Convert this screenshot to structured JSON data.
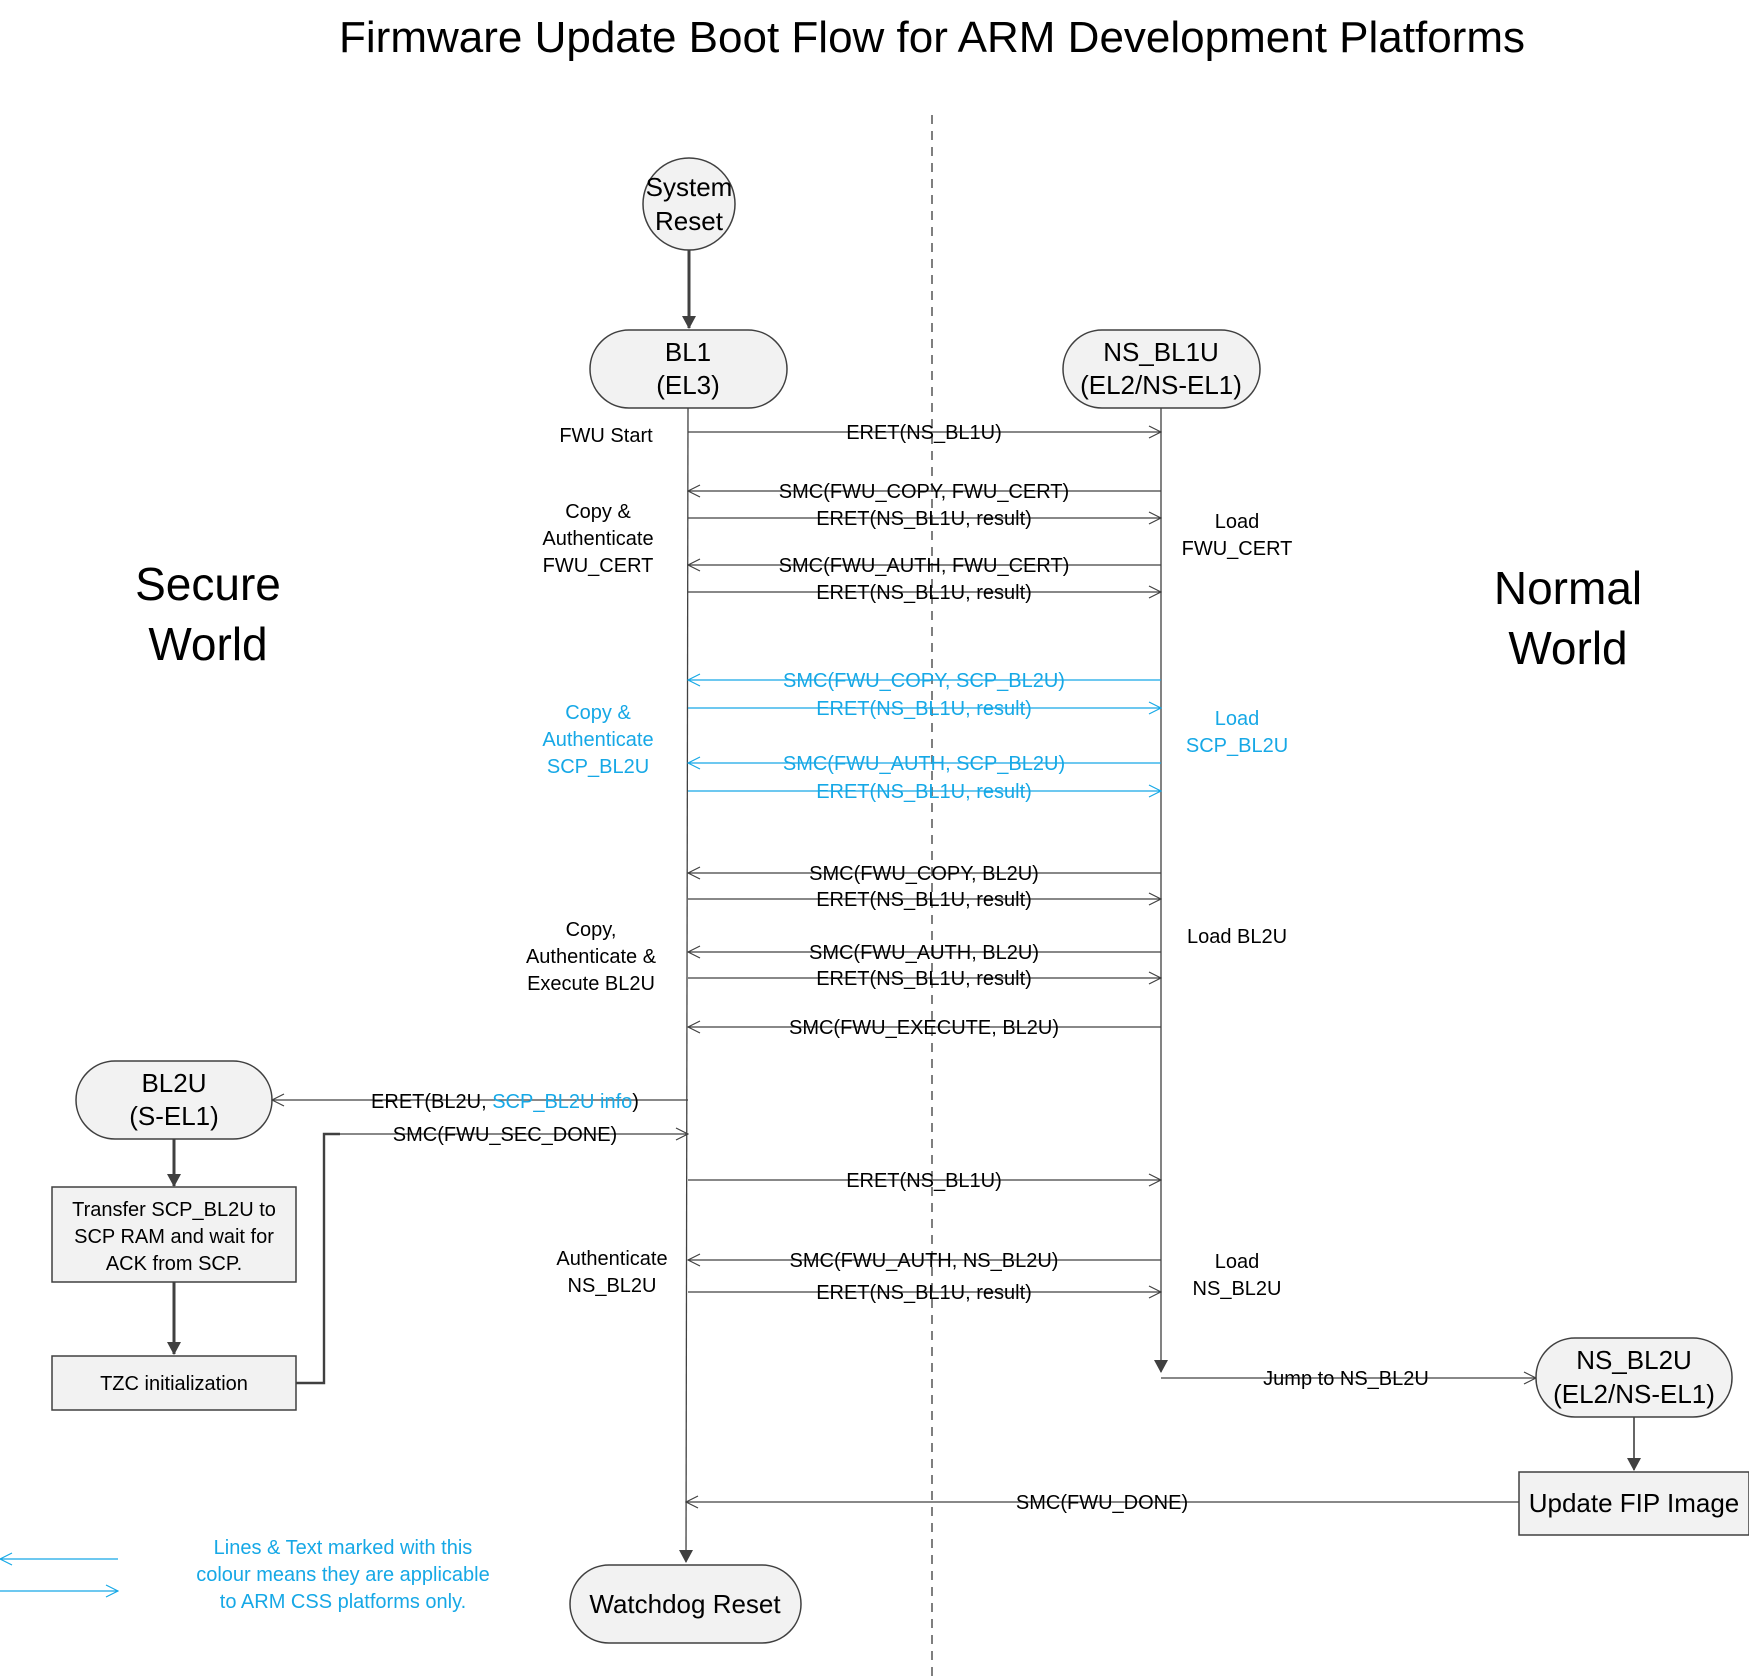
{
  "title": "Firmware Update Boot Flow for ARM Development Platforms",
  "worlds": {
    "secure": [
      "Secure",
      "World"
    ],
    "normal": [
      "Normal",
      "World"
    ]
  },
  "colors": {
    "line": "#404040",
    "css_blue": "#16a8e6",
    "node_fill": "#f2f2f2"
  },
  "nodes": {
    "system_reset": [
      "System",
      "Reset"
    ],
    "bl1": [
      "BL1",
      "(EL3)"
    ],
    "ns_bl1u": [
      "NS_BL1U",
      "(EL2/NS-EL1)"
    ],
    "bl2u": [
      "BL2U",
      "(S-EL1)"
    ],
    "ns_bl2u": [
      "NS_BL2U",
      "(EL2/NS-EL1)"
    ],
    "watchdog": "Watchdog Reset",
    "update_fip": "Update FIP Image",
    "transfer_scp": [
      "Transfer SCP_BL2U to",
      "SCP RAM and wait for",
      "ACK from SCP."
    ],
    "tzc_init": "TZC initialization"
  },
  "messages": {
    "m1": "ERET(NS_BL1U)",
    "m2": "SMC(FWU_COPY, FWU_CERT)",
    "m3": "ERET(NS_BL1U, result)",
    "m4": "SMC(FWU_AUTH, FWU_CERT)",
    "m5": "ERET(NS_BL1U, result)",
    "m6": "SMC(FWU_COPY, SCP_BL2U)",
    "m7": "ERET(NS_BL1U, result)",
    "m8": "SMC(FWU_AUTH, SCP_BL2U)",
    "m9": "ERET(NS_BL1U, result)",
    "m10": "SMC(FWU_COPY, BL2U)",
    "m11": "ERET(NS_BL1U, result)",
    "m12": "SMC(FWU_AUTH, BL2U)",
    "m13": "ERET(NS_BL1U, result)",
    "m14": "SMC(FWU_EXECUTE, BL2U)",
    "m15_a": "ERET(BL2U, ",
    "m15_b": "SCP_BL2U info",
    "m15_c": ")",
    "m16": "SMC(FWU_SEC_DONE)",
    "m17": "ERET(NS_BL1U)",
    "m18": "SMC(FWU_AUTH, NS_BL2U)",
    "m19": "ERET(NS_BL1U, result)",
    "m20": "Jump to NS_BL2U",
    "m21": "SMC(FWU_DONE)"
  },
  "annotations": {
    "fwu_start": "FWU Start",
    "copy_auth_fwu_cert": [
      "Copy &",
      "Authenticate",
      "FWU_CERT"
    ],
    "load_fwu_cert": [
      "Load",
      "FWU_CERT"
    ],
    "copy_auth_scp": [
      "Copy &",
      "Authenticate",
      "SCP_BL2U"
    ],
    "load_scp": [
      "Load",
      "SCP_BL2U"
    ],
    "copy_auth_exec_bl2u": [
      "Copy,",
      "Authenticate &",
      "Execute BL2U"
    ],
    "load_bl2u": "Load BL2U",
    "auth_ns_bl2u": [
      "Authenticate",
      "NS_BL2U"
    ],
    "load_ns_bl2u": [
      "Load",
      "NS_BL2U"
    ]
  },
  "legend": [
    "Lines & Text marked with this",
    "colour means they are applicable",
    "to ARM CSS platforms only."
  ]
}
